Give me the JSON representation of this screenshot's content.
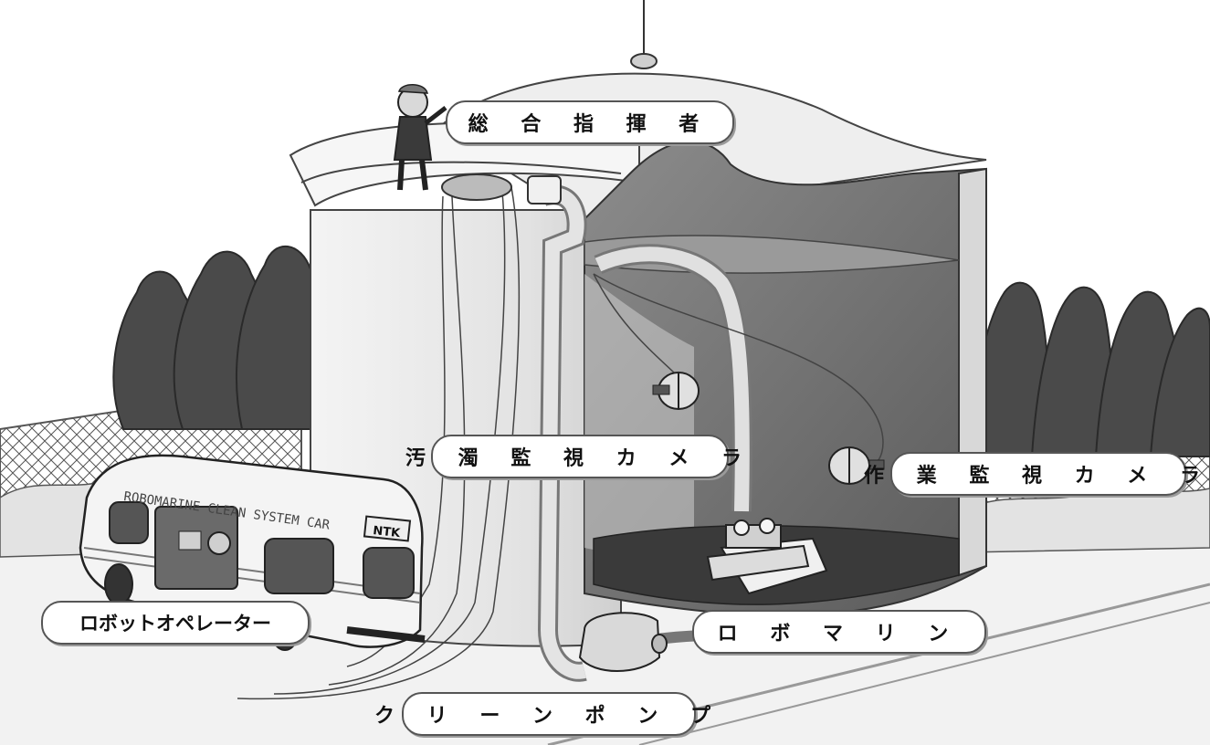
{
  "labels": {
    "commander": "総 合 指 揮 者",
    "turbidity_camera": "汚 濁 監 視 カ メ ラ",
    "work_camera": "作 業 監 視 カ メ ラ",
    "robot_operator": "ロボットオペレーター",
    "robomarine": "ロ ボ マ リ ン",
    "clean_pump": "ク リ ー ン ポ ン プ"
  },
  "van": {
    "side_text": "ROBOMARINE CLEAN SYSTEM CAR",
    "logo_text": "NTK"
  },
  "colors": {
    "background": "#ffffff",
    "tank_outer": "#eeeeee",
    "tank_interior": "#6e6e6e",
    "sludge_floor": "#3a3a3a",
    "trees": "#4a4a4a",
    "pipe": "#d9d9d9"
  }
}
